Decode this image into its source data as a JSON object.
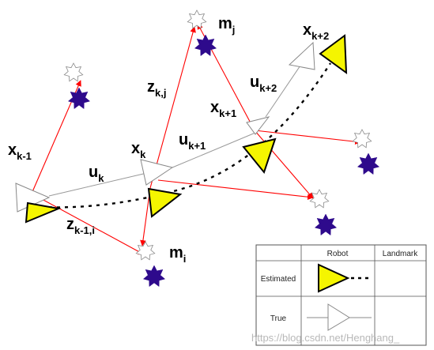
{
  "colors": {
    "estimated_fill": "#f5f500",
    "landmark_fill": "#2e0a8c",
    "true_stroke": "#888888",
    "observation": "#ff0000",
    "control": "#999999",
    "trajectory": "#000000"
  },
  "labels": {
    "x_km1": {
      "main": "x",
      "sub": "k-1"
    },
    "x_k": {
      "main": "x",
      "sub": "k"
    },
    "x_kp1": {
      "main": "x",
      "sub": "k+1"
    },
    "x_kp2": {
      "main": "x",
      "sub": "k+2"
    },
    "u_k": {
      "main": "u",
      "sub": "k"
    },
    "u_kp1": {
      "main": "u",
      "sub": "k+1"
    },
    "u_kp2": {
      "main": "u",
      "sub": "k+2"
    },
    "z_km1i": {
      "main": "z",
      "sub": "k-1,i"
    },
    "z_kj": {
      "main": "z",
      "sub": "k,j"
    },
    "m_i": {
      "main": "m",
      "sub": "i"
    },
    "m_j": {
      "main": "m",
      "sub": "j"
    }
  },
  "legend": {
    "col_robot": "Robot",
    "col_landmark": "Landmark",
    "row_estimated": "Estimated",
    "row_true": "True"
  },
  "watermark": "https://blog.csdn.net/Henghang_"
}
